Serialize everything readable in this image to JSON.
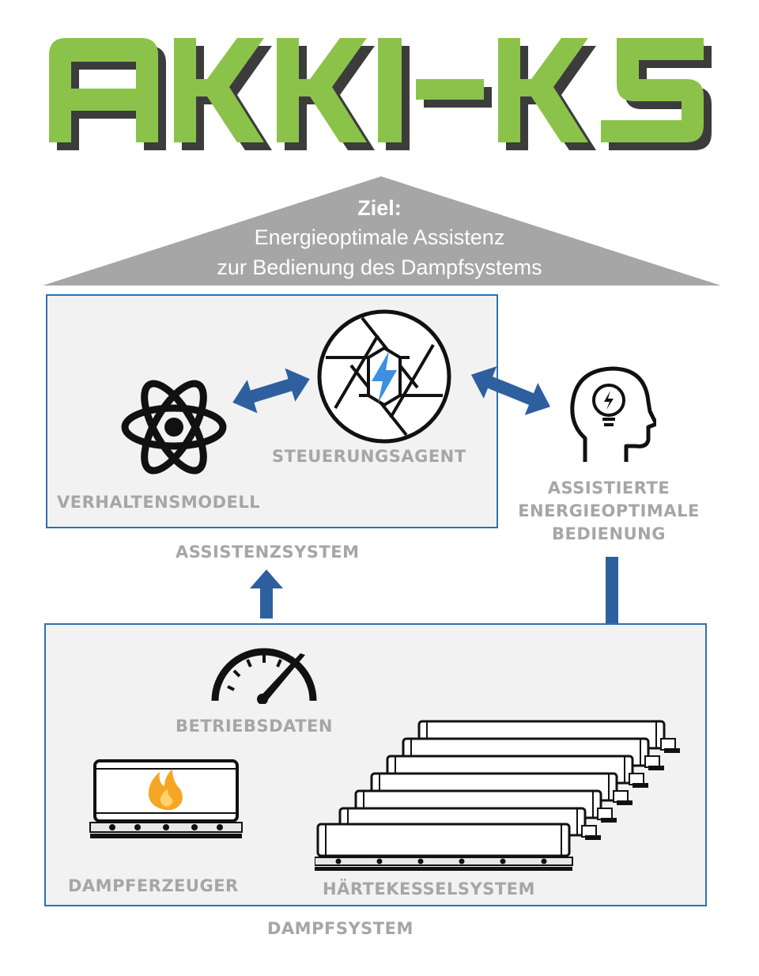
{
  "logo": {
    "text": "AKKI-KS"
  },
  "roof": {
    "heading": "Ziel:",
    "line1": "Energieoptimale Assistenz",
    "line2": "zur Bedienung des Dampfsystems"
  },
  "assistance_box": {
    "label": "ASSISTENZSYSTEM",
    "model_label": "VERHALTENSMODELL",
    "agent_label": "STEUERUNGSAGENT"
  },
  "operator": {
    "line1": "ASSISTIERTE",
    "line2": "ENERGIEOPTIMALE",
    "line3": "BEDIENUNG"
  },
  "steam_box": {
    "label": "DAMPFSYSTEM",
    "operating_data_label": "BETRIEBSDATEN",
    "generator_label": "DAMPFERZEUGER",
    "kettle_label": "HÄRTEKESSELSYSTEM"
  },
  "colors": {
    "logo_green": "#8bc34a",
    "logo_shadow": "#3c3c3c",
    "roof_gray": "#a6a6a6",
    "arrow_blue": "#2e5f9e",
    "box_border": "#2e6fb4",
    "box_fill": "#f2f2f2",
    "label_gray": "#a6a6a6",
    "flame_orange": "#f5a623",
    "bolt_blue": "#3d8fe0"
  },
  "icons": [
    "atom-icon",
    "aperture-icon",
    "bolt-icon",
    "head-lightbulb-icon",
    "gauge-icon",
    "flame-icon"
  ]
}
